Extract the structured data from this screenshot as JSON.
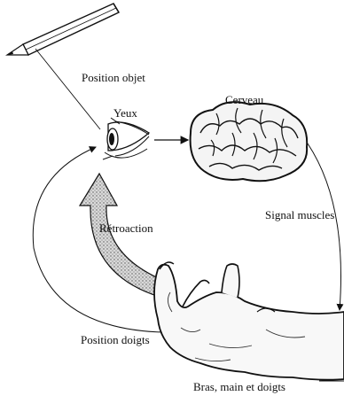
{
  "labels": {
    "position_objet": "Position objet",
    "yeux": "Yeux",
    "cerveau": "Cerveau",
    "signal_muscles": "Signal muscles",
    "retroaction": "Rétroaction",
    "position_doigts": "Position doigts",
    "bras_main_doigts": "Bras, main et doigts"
  },
  "colors": {
    "ink": "#111111",
    "feedback_fill": "#c8c8c8"
  }
}
